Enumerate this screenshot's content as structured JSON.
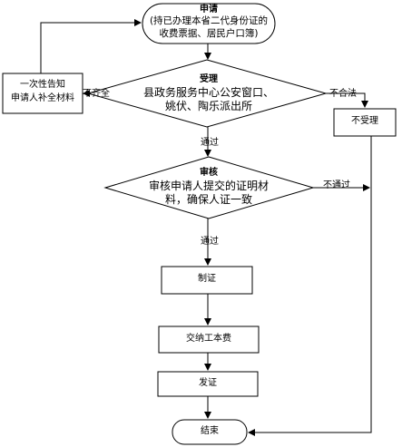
{
  "flow": {
    "start": {
      "title": "申请",
      "line1": "(持已办理本省二代身份证的",
      "line2": "收费票据、居民户口簿)"
    },
    "accept": {
      "title": "受理",
      "line1": "县政务服务中心公安窗口、",
      "line2": "姚伏、陶乐派出所"
    },
    "notify": {
      "line1": "一次性告知",
      "line2": "申请人补全材料"
    },
    "reject": {
      "label": "不受理"
    },
    "review": {
      "title": "审核",
      "line1": "审核申请人提交的证明材",
      "line2": "料，确保人证一致"
    },
    "make": {
      "label": "制证"
    },
    "pay": {
      "label": "交纳工本费"
    },
    "issue": {
      "label": "发证"
    },
    "end": {
      "label": "结束"
    },
    "edges": {
      "incomplete": "不齐全",
      "illegal": "不合法",
      "pass1": "通过",
      "fail": "不通过",
      "pass2": "通过"
    }
  }
}
